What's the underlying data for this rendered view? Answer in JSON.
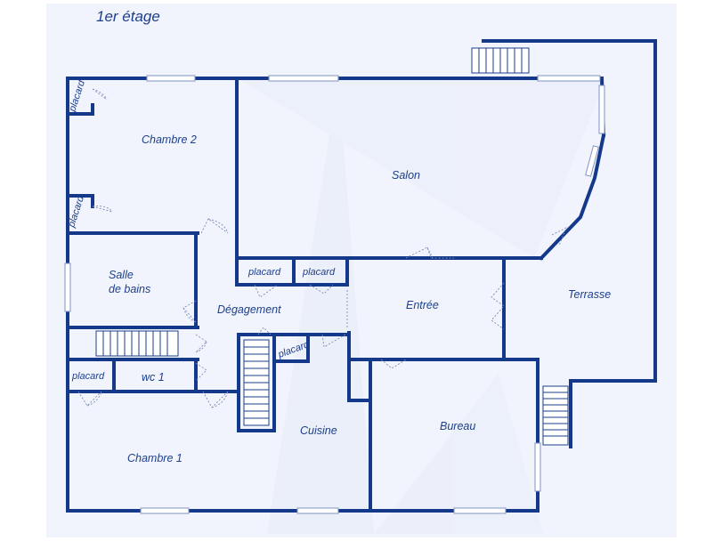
{
  "plan": {
    "title": "1er étage",
    "rooms": {
      "chambre2": "Chambre 2",
      "salon": "Salon",
      "salle_de_bains_l1": "Salle",
      "salle_de_bains_l2": "de bains",
      "degagement": "Dégagement",
      "entree": "Entrée",
      "terrasse": "Terrasse",
      "wc1": "wc 1",
      "cuisine": "Cuisine",
      "bureau": "Bureau",
      "chambre1": "Chambre 1"
    },
    "closet_label": "placard",
    "colors": {
      "wall": "#14398a",
      "text": "#1d3f8c",
      "background": "#f1f4fc"
    }
  }
}
